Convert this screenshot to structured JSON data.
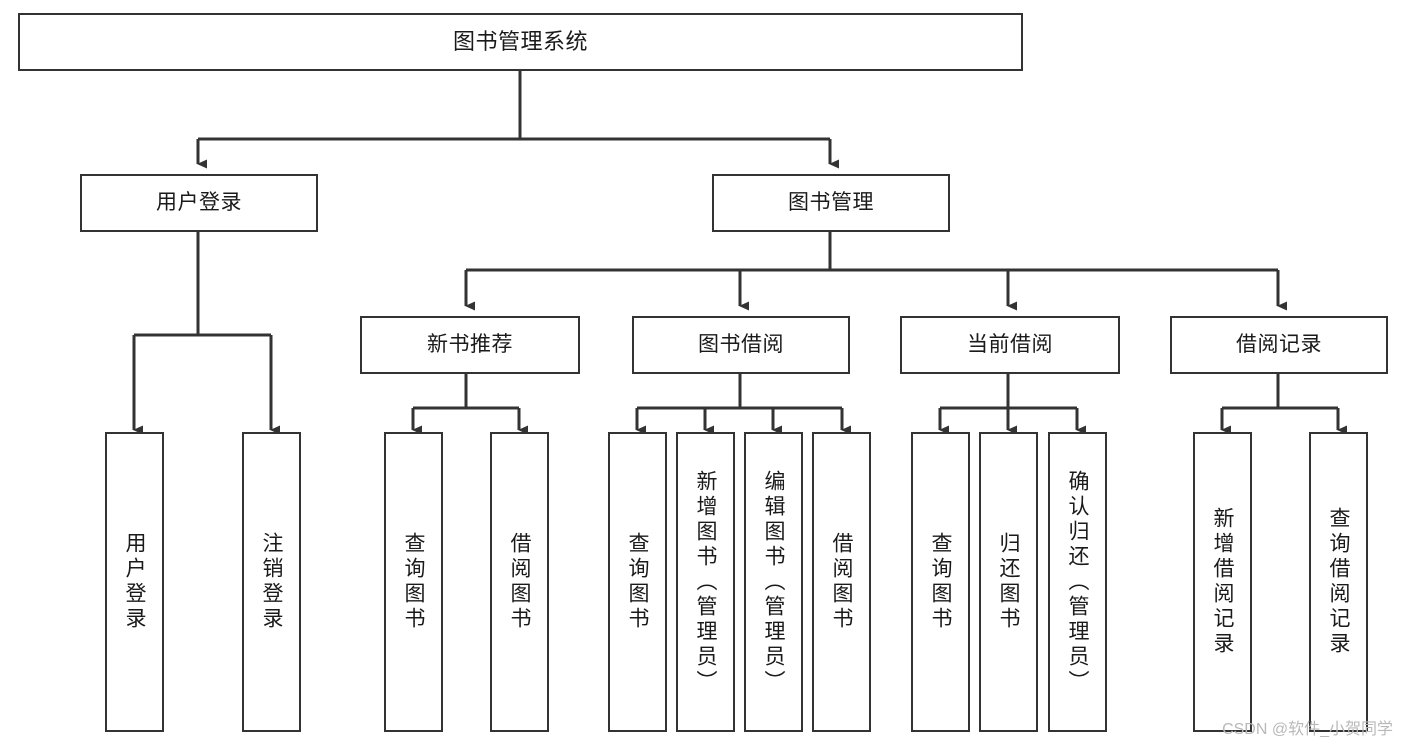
{
  "diagram": {
    "type": "hierarchy-tree",
    "title": "图书管理系统",
    "watermark": "CSDN @软件_小贺同学",
    "colors": {
      "box_border": "#333333",
      "box_fill": "#ffffff",
      "edge": "#333333",
      "text": "#1a1a1a",
      "watermark": "#b9b9b9"
    },
    "levels": {
      "root": {
        "label": "图书管理系统"
      },
      "level2": [
        {
          "id": "user-login",
          "label": "用户登录"
        },
        {
          "id": "book-manage",
          "label": "图书管理"
        }
      ],
      "level3": [
        {
          "id": "new-book-recommend",
          "label": "新书推荐",
          "parent": "book-manage"
        },
        {
          "id": "book-borrow",
          "label": "图书借阅",
          "parent": "book-manage"
        },
        {
          "id": "current-borrow",
          "label": "当前借阅",
          "parent": "book-manage"
        },
        {
          "id": "borrow-record",
          "label": "借阅记录",
          "parent": "book-manage"
        }
      ],
      "leaves": [
        {
          "id": "leaf-user-login",
          "label": "用户登录",
          "parent": "user-login"
        },
        {
          "id": "leaf-logout-login",
          "label": "注销登录",
          "parent": "user-login"
        },
        {
          "id": "leaf-query-book-1",
          "label": "查询图书",
          "parent": "new-book-recommend"
        },
        {
          "id": "leaf-borrow-book-1",
          "label": "借阅图书",
          "parent": "new-book-recommend"
        },
        {
          "id": "leaf-query-book-2",
          "label": "查询图书",
          "parent": "book-borrow"
        },
        {
          "id": "leaf-add-book",
          "label": "新增图书（管理员）",
          "parent": "book-borrow"
        },
        {
          "id": "leaf-edit-book",
          "label": "编辑图书（管理员）",
          "parent": "book-borrow"
        },
        {
          "id": "leaf-borrow-book-2",
          "label": "借阅图书",
          "parent": "book-borrow"
        },
        {
          "id": "leaf-query-book-3",
          "label": "查询图书",
          "parent": "current-borrow"
        },
        {
          "id": "leaf-return-book",
          "label": "归还图书",
          "parent": "current-borrow"
        },
        {
          "id": "leaf-confirm-return",
          "label": "确认归还（管理员）",
          "parent": "current-borrow"
        },
        {
          "id": "leaf-add-record",
          "label": "新增借阅记录",
          "parent": "borrow-record"
        },
        {
          "id": "leaf-query-record",
          "label": "查询借阅记录",
          "parent": "borrow-record"
        }
      ]
    }
  }
}
